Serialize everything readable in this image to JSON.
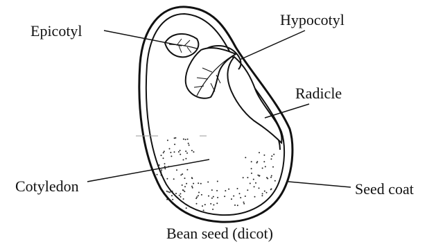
{
  "labels": {
    "epicotyl": "Epicotyl",
    "hypocotyl": "Hypocotyl",
    "radicle": "Radicle",
    "cotyledon": "Cotyledon",
    "seed_coat": "Seed coat"
  },
  "caption": "Bean seed (dicot)",
  "colors": {
    "ink": "#111111",
    "background": "#ffffff"
  }
}
